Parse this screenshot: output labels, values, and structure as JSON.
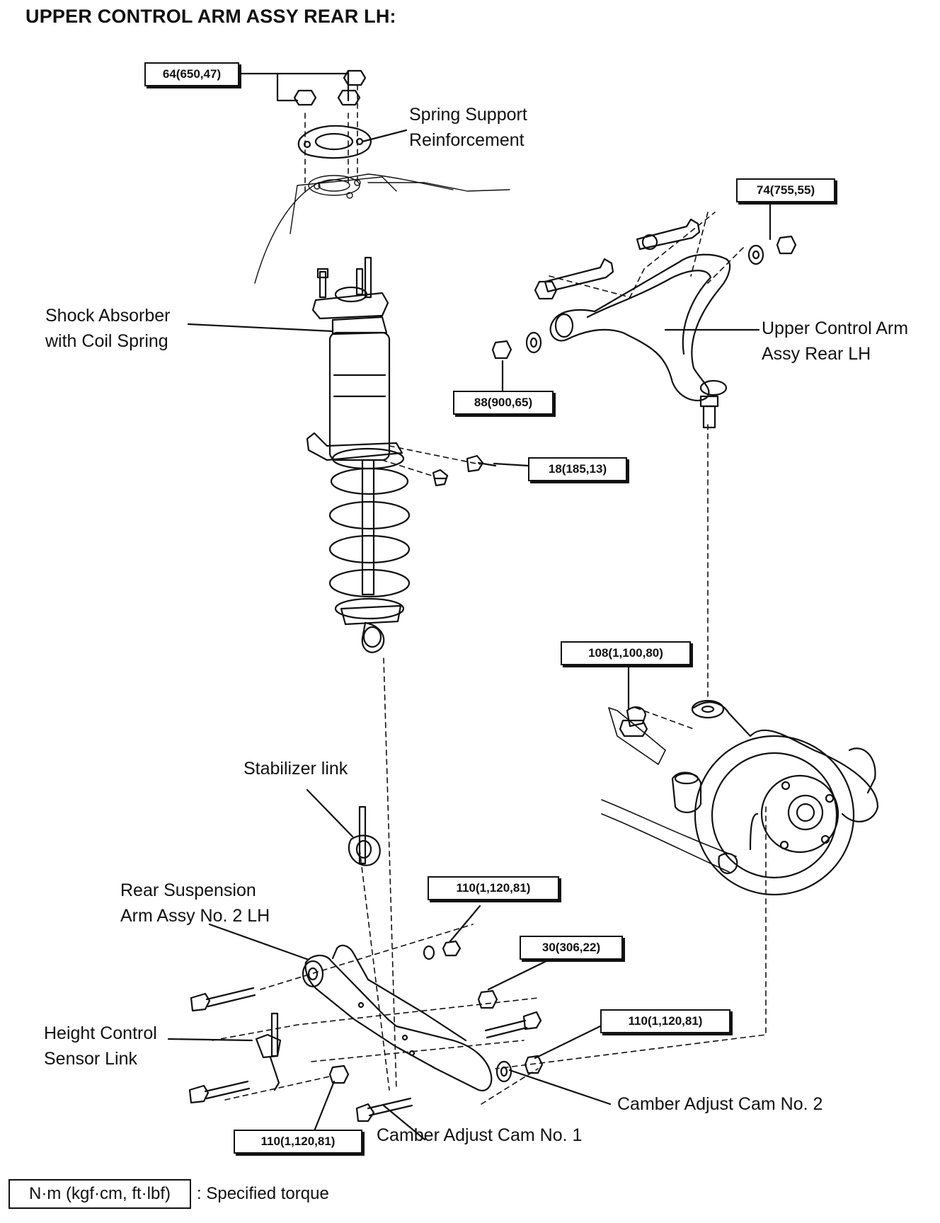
{
  "title": "UPPER CONTROL ARM ASSY REAR LH:",
  "labels": {
    "spring_support": [
      "Spring Support",
      "Reinforcement"
    ],
    "shock_absorber": [
      "Shock Absorber",
      "with Coil Spring"
    ],
    "upper_control_arm": [
      "Upper Control Arm",
      "Assy Rear LH"
    ],
    "stabilizer_link": "Stabilizer link",
    "rear_suspension_arm": [
      "Rear Suspension",
      "Arm Assy No. 2 LH"
    ],
    "height_control_sensor": [
      "Height Control",
      "Sensor Link"
    ],
    "camber_cam_2": "Camber Adjust Cam No. 2",
    "camber_cam_1": "Camber Adjust Cam No. 1"
  },
  "torques": {
    "spring_support_nuts": "64(650,47)",
    "upper_arm_rear_nut": "74(755,55)",
    "upper_arm_front_nut": "88(900,65)",
    "shock_bracket_bolts": "18(185,13)",
    "knuckle_nut": "108(1,100,80)",
    "lower_arm_inner_nut": "110(1,120,81)",
    "stabilizer_nut": "30(306,22)",
    "lower_arm_outer_nut": "110(1,120,81)",
    "camber_cam_nut": "110(1,120,81)"
  },
  "legend": {
    "unit_box": "N·m (kgf·cm, ft·lbf)",
    "meaning": ": Specified torque"
  }
}
